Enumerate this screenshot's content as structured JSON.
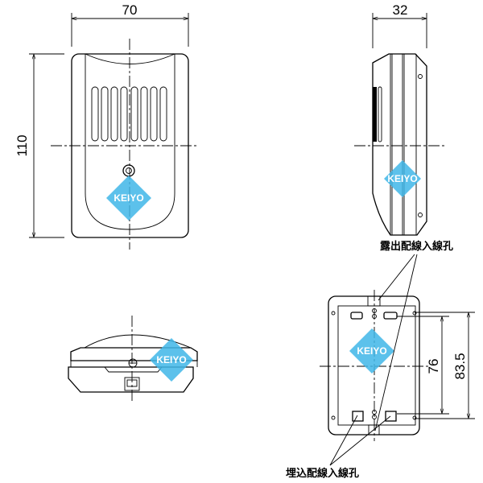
{
  "dimensions": {
    "front_width": "70",
    "front_height": "110",
    "side_depth": "32",
    "back_hole_pitch_inner": "76",
    "back_hole_pitch_outer": "83.5"
  },
  "labels": {
    "surface_wiring_hole": "露出配線入線孔",
    "flush_wiring_hole": "埋込配線入線孔"
  },
  "watermark": {
    "text": "KEIYO",
    "color": "#3fb6e8"
  }
}
